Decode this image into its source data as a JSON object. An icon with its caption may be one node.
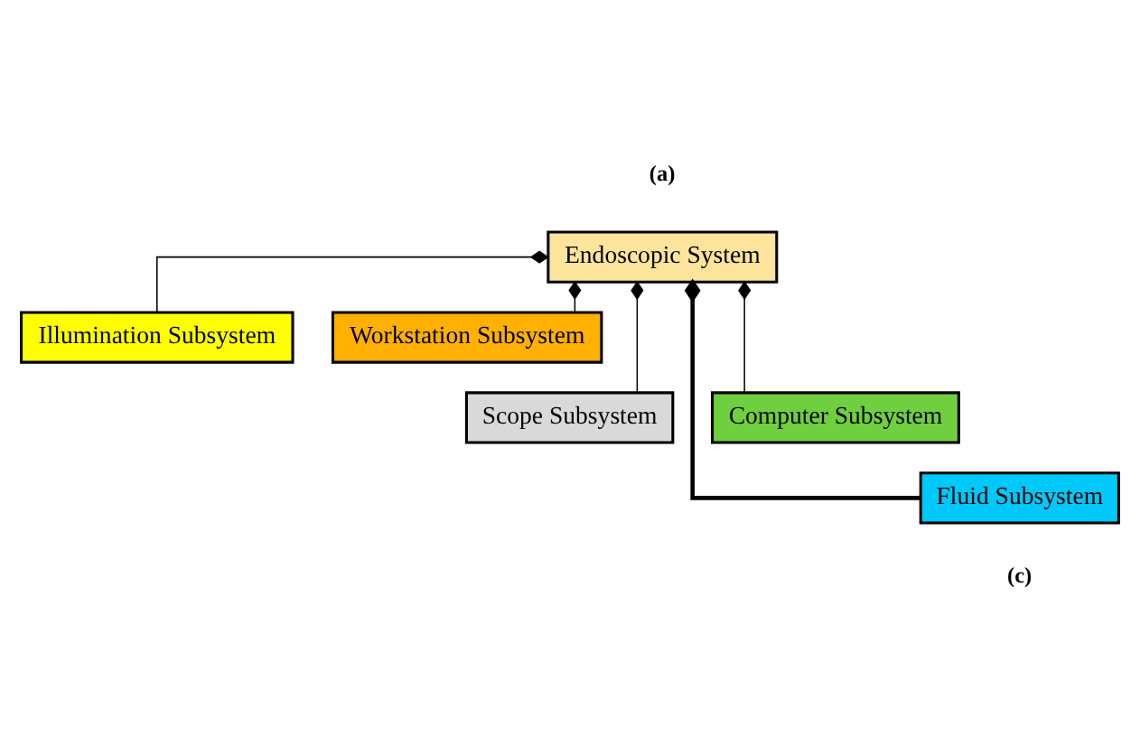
{
  "diagram": {
    "nodes": [
      {
        "text": [
          "Endoscopic System"
        ]
      },
      {
        "text": [
          "Illumination Subsystem"
        ]
      },
      {
        "text": [
          "Workstation Subsystem"
        ]
      },
      {
        "text": [
          "Scope Subsystem"
        ]
      },
      {
        "text": [
          "Computer Subsystem"
        ]
      },
      {
        "text": [
          "Fluid Subsystem"
        ]
      }
    ],
    "edges": [
      {
        "from": 0,
        "to": 1,
        "arrow": "other"
      },
      {
        "from": 0,
        "to": 2,
        "arrow": "other"
      },
      {
        "from": 0,
        "to": 3,
        "arrow": "other"
      },
      {
        "from": 0,
        "to": 4,
        "arrow": "other"
      },
      {
        "from": 0,
        "to": 5,
        "arrow": "other",
        "style": "thick"
      }
    ],
    "labels": [
      "(a)",
      "(c)"
    ]
  }
}
